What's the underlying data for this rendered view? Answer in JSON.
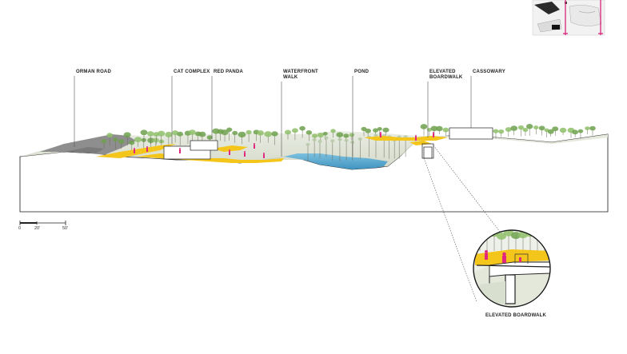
{
  "labels": {
    "orman_road": "ORMAN ROAD",
    "cat_complex": "CAT COMPLEX",
    "red_panda": "RED PANDA",
    "waterfront_walk_1": "WATERFRONT",
    "waterfront_walk_2": "WALK",
    "pond": "POND",
    "elevated_boardwalk_1": "ELEVATED",
    "elevated_boardwalk_2": "BOARDWALK",
    "cassowary": "CASSOWARY"
  },
  "scale": {
    "tick_0": "0",
    "tick_20": "20'",
    "tick_50": "50'"
  },
  "detail": {
    "caption": "ELEVATED BOARDWALK"
  },
  "colors": {
    "path_yellow": "#f4c51b",
    "water_blue": "#5aa9d0",
    "tree_green": "#8fbf6a",
    "tree_green_dark": "#6fa14d",
    "ground_gray": "#8e8e8e",
    "figure_magenta": "#e0287e",
    "keymap_line": "#d7257a"
  }
}
